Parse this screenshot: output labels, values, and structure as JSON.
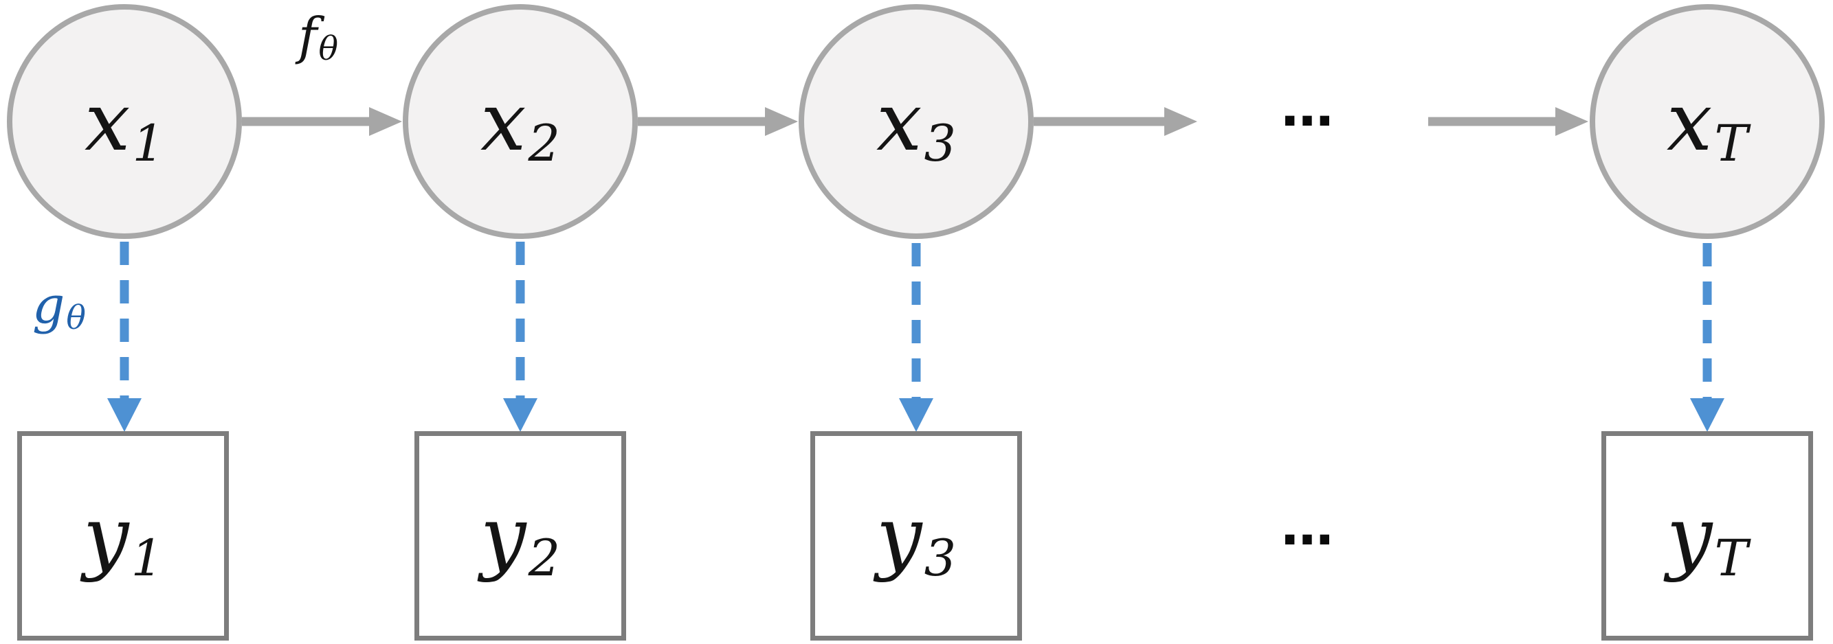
{
  "colors": {
    "node-fill": "#f3f2f2",
    "node-stroke": "#a8a8a8",
    "arrow-gray": "#a6a6a6",
    "box-stroke": "#7d7d7d",
    "arrow-blue": "#4e91d3",
    "label-blue": "#2161ab",
    "ink": "#141414"
  },
  "edge_labels": {
    "transition": {
      "main": "f",
      "sub": "θ"
    },
    "emission": {
      "main": "g",
      "sub": "θ"
    }
  },
  "state_nodes": [
    {
      "main": "x",
      "sub": "1"
    },
    {
      "main": "x",
      "sub": "2"
    },
    {
      "main": "x",
      "sub": "3"
    },
    {
      "main": "x",
      "sub": "T"
    }
  ],
  "obs_nodes": [
    {
      "main": "y",
      "sub": "1"
    },
    {
      "main": "y",
      "sub": "2"
    },
    {
      "main": "y",
      "sub": "3"
    },
    {
      "main": "y",
      "sub": "T"
    }
  ],
  "ellipsis": {
    "top": "…",
    "bottom": "…"
  }
}
